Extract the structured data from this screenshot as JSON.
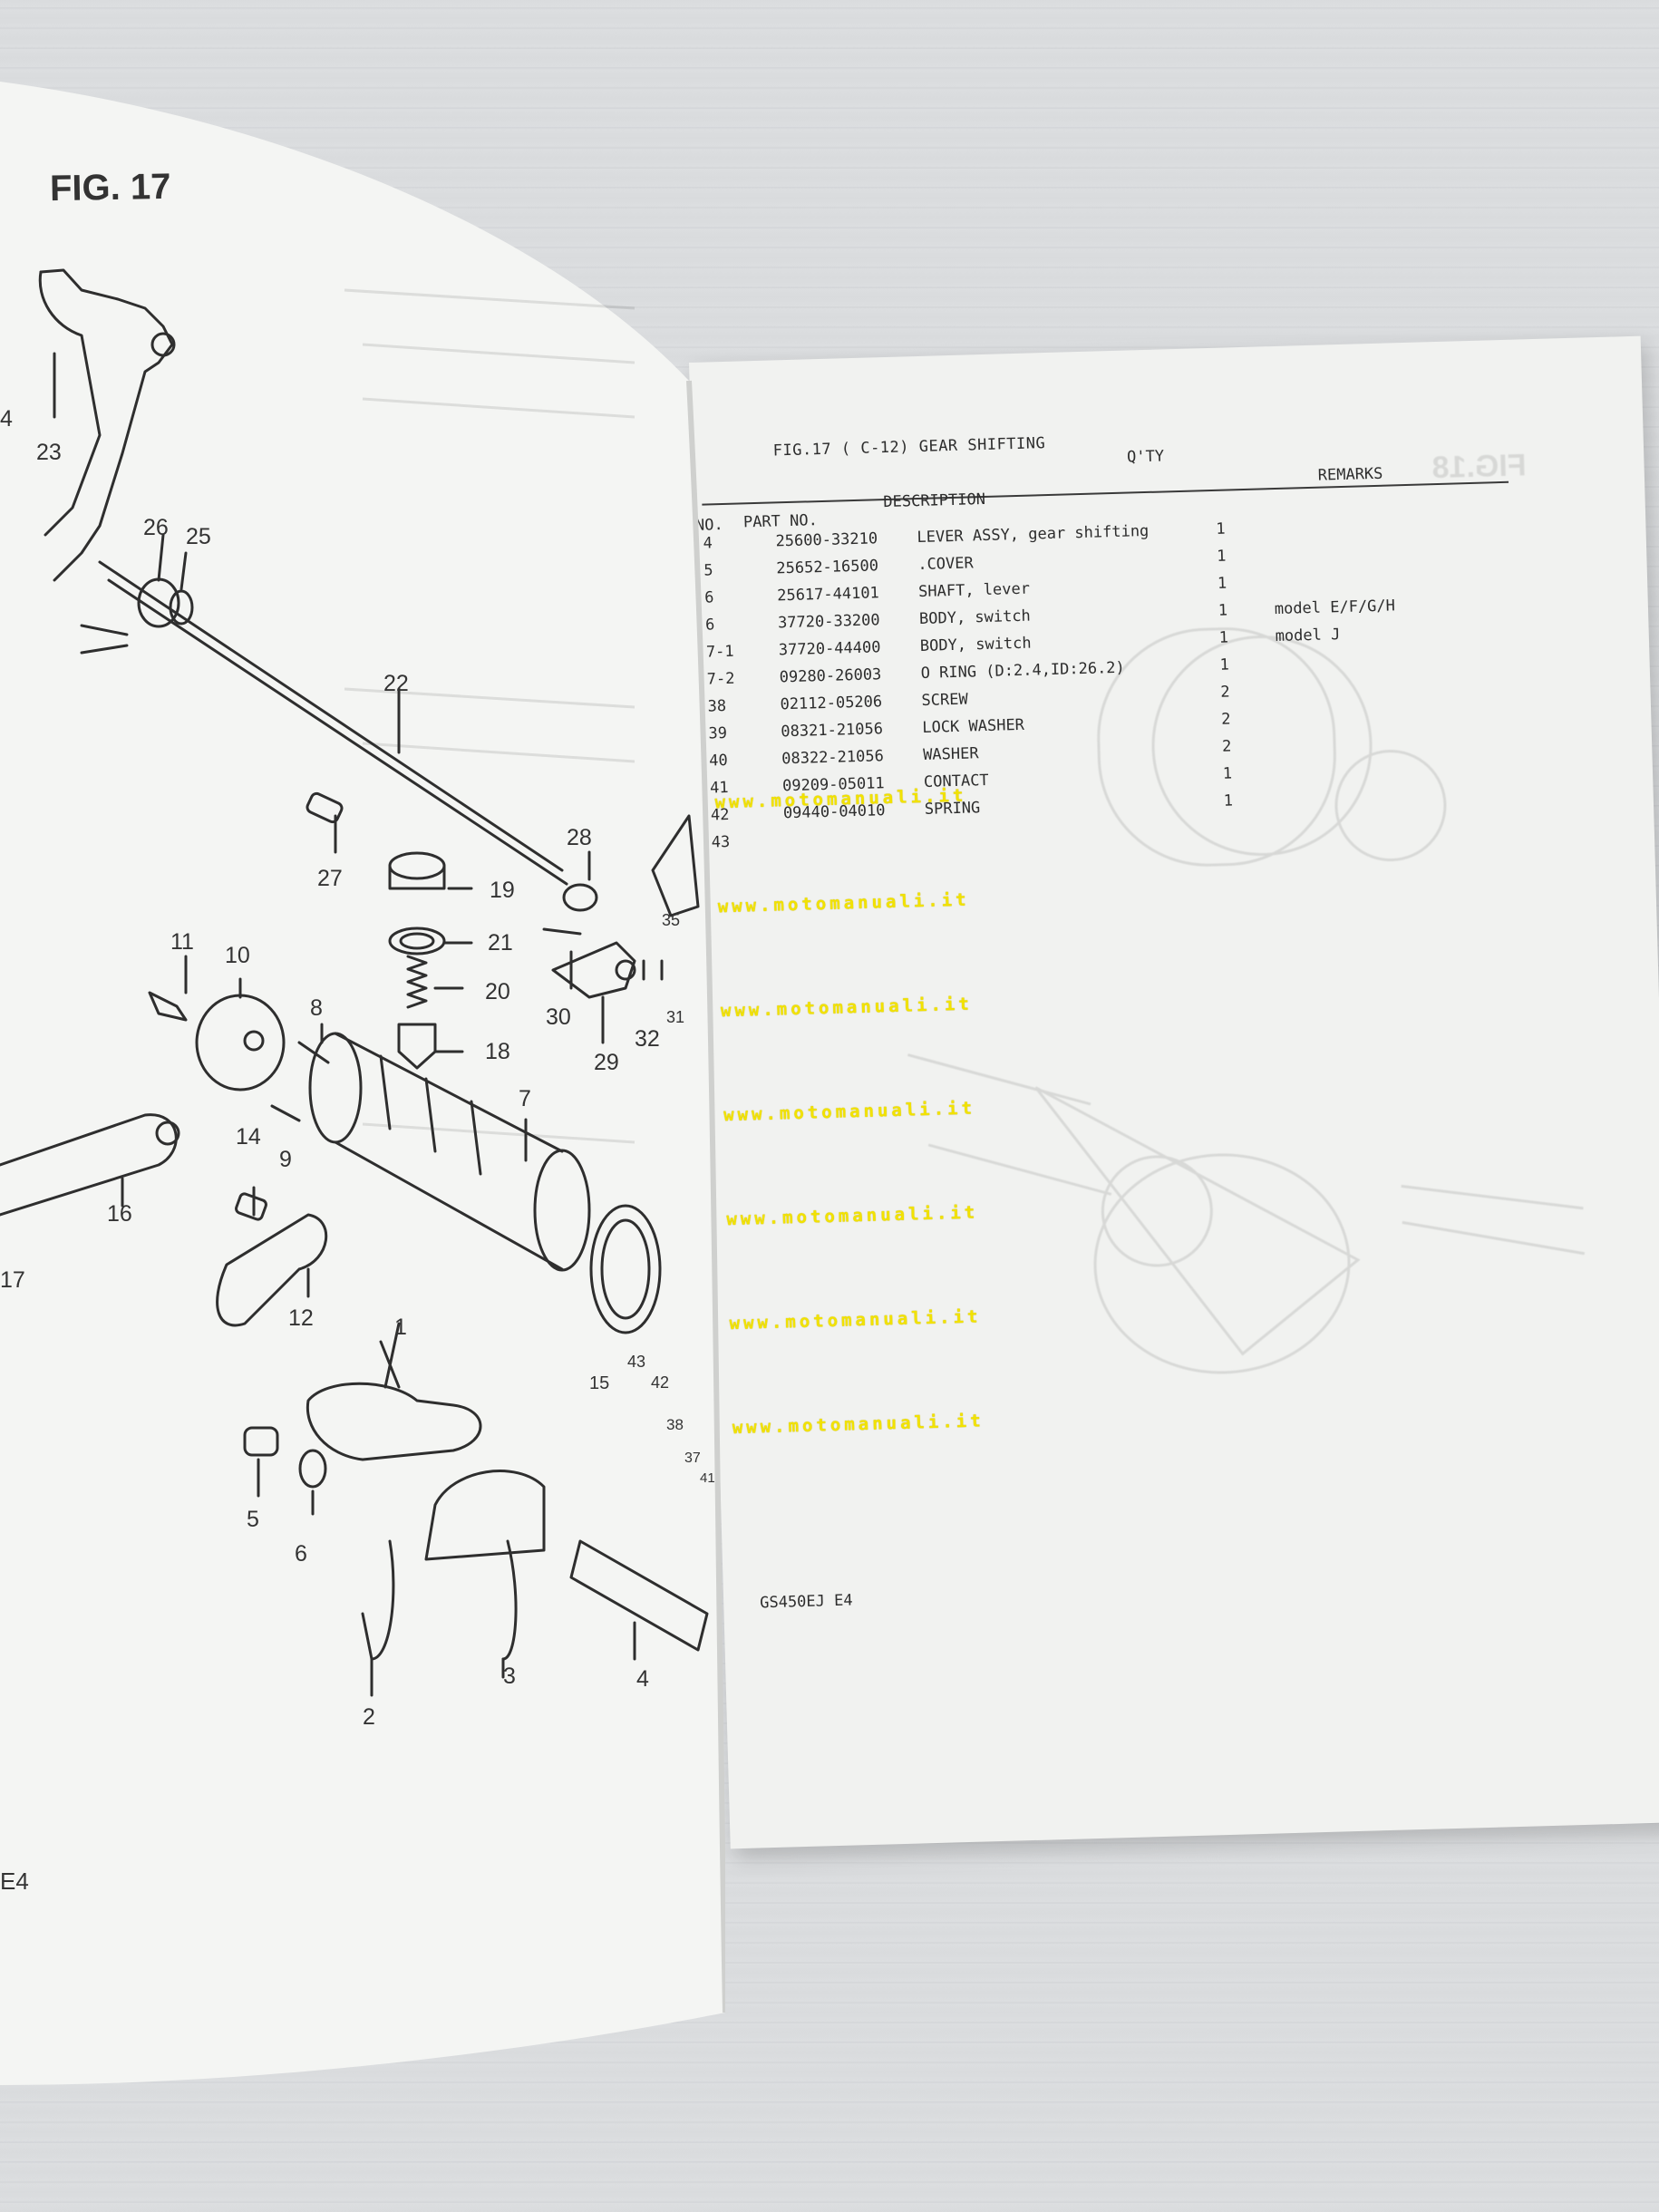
{
  "left_page": {
    "fig_heading": "FIG. 17",
    "corner_text": "E4",
    "callouts": [
      {
        "id": "c4a",
        "text": "4"
      },
      {
        "id": "c23",
        "text": "23"
      },
      {
        "id": "c26",
        "text": "26"
      },
      {
        "id": "c25",
        "text": "25"
      },
      {
        "id": "c22",
        "text": "22"
      },
      {
        "id": "c27",
        "text": "27"
      },
      {
        "id": "c28",
        "text": "28"
      },
      {
        "id": "c19",
        "text": "19"
      },
      {
        "id": "c21",
        "text": "21"
      },
      {
        "id": "c20",
        "text": "20"
      },
      {
        "id": "c18",
        "text": "18"
      },
      {
        "id": "c11",
        "text": "11"
      },
      {
        "id": "c10",
        "text": "10"
      },
      {
        "id": "c8",
        "text": "8"
      },
      {
        "id": "c9",
        "text": "9"
      },
      {
        "id": "c7",
        "text": "7"
      },
      {
        "id": "c30",
        "text": "30"
      },
      {
        "id": "c29",
        "text": "29"
      },
      {
        "id": "c32",
        "text": "32"
      },
      {
        "id": "c31",
        "text": "31"
      },
      {
        "id": "c35",
        "text": "35"
      },
      {
        "id": "c14",
        "text": "14"
      },
      {
        "id": "c16",
        "text": "16"
      },
      {
        "id": "c17",
        "text": "17"
      },
      {
        "id": "c12",
        "text": "12"
      },
      {
        "id": "c15",
        "text": "15"
      },
      {
        "id": "c43",
        "text": "43"
      },
      {
        "id": "c42",
        "text": "42"
      },
      {
        "id": "c38",
        "text": "38"
      },
      {
        "id": "c37",
        "text": "37"
      },
      {
        "id": "c41",
        "text": "41"
      },
      {
        "id": "c1",
        "text": "1"
      },
      {
        "id": "c5",
        "text": "5"
      },
      {
        "id": "c6",
        "text": "6"
      },
      {
        "id": "c2",
        "text": "2"
      },
      {
        "id": "c3",
        "text": "3"
      },
      {
        "id": "c4b",
        "text": "4"
      }
    ]
  },
  "right_page": {
    "figure_title": "FIG.17 (  C-12) GEAR SHIFTING",
    "headers": {
      "no": "NO.",
      "part_no": "PART NO.",
      "description": "DESCRIPTION",
      "qty": "Q'TY",
      "remarks": "REMARKS"
    },
    "rows": [
      {
        "no": "4",
        "part": "25600-33210",
        "desc": "LEVER ASSY, gear shifting",
        "qty": "1",
        "remarks": ""
      },
      {
        "no": "5",
        "part": "25652-16500",
        "desc": ".COVER",
        "qty": "1",
        "remarks": ""
      },
      {
        "no": "6",
        "part": "25617-44101",
        "desc": "SHAFT, lever",
        "qty": "1",
        "remarks": ""
      },
      {
        "no": "6",
        "part": "37720-33200",
        "desc": "BODY, switch",
        "qty": "1",
        "remarks": "model E/F/G/H"
      },
      {
        "no": "7-1",
        "part": "37720-44400",
        "desc": "BODY, switch",
        "qty": "1",
        "remarks": "model J"
      },
      {
        "no": "7-2",
        "part": "09280-26003",
        "desc": "O RING (D:2.4,ID:26.2)",
        "qty": "1",
        "remarks": ""
      },
      {
        "no": "38",
        "part": "02112-05206",
        "desc": "SCREW",
        "qty": "2",
        "remarks": ""
      },
      {
        "no": "39",
        "part": "08321-21056",
        "desc": "LOCK WASHER",
        "qty": "2",
        "remarks": ""
      },
      {
        "no": "40",
        "part": "08322-21056",
        "desc": "WASHER",
        "qty": "2",
        "remarks": ""
      },
      {
        "no": "41",
        "part": "09209-05011",
        "desc": "CONTACT",
        "qty": "1",
        "remarks": ""
      },
      {
        "no": "42",
        "part": "09440-04010",
        "desc": "SPRING",
        "qty": "1",
        "remarks": ""
      },
      {
        "no": "43",
        "part": "",
        "desc": "",
        "qty": "",
        "remarks": ""
      }
    ],
    "watermark": "www.motomanuali.it",
    "footer_code": "GS450EJ E4",
    "bleed_heading": "FIG.18"
  }
}
